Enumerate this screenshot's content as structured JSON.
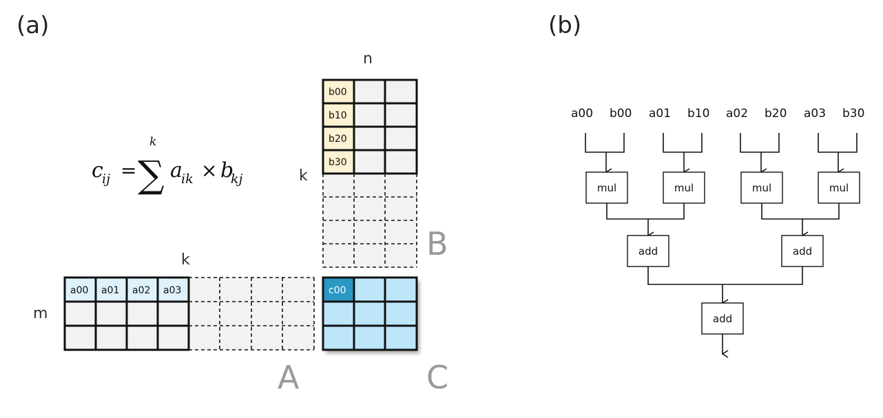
{
  "panels": {
    "a": "(a)",
    "b": "(b)"
  },
  "formula": {
    "lhs": "c",
    "lhs_sub": "ij",
    "equals": "=",
    "sum": "∑",
    "upper": "k",
    "a": "a",
    "a_sub": "ik",
    "times": "×",
    "b": "b",
    "b_sub": "kj"
  },
  "dims": {
    "n": "n",
    "k_b": "k",
    "k_a": "k",
    "m": "m"
  },
  "matrix_names": {
    "A": "A",
    "B": "B",
    "C": "C"
  },
  "matrix_a": {
    "cells": [
      "a00",
      "a01",
      "a02",
      "a03"
    ]
  },
  "matrix_b": {
    "cells": [
      "b00",
      "b10",
      "b20",
      "b30"
    ]
  },
  "matrix_c": {
    "cells": [
      "c00"
    ]
  },
  "colors": {
    "a_fill": "#dff2fb",
    "b_fill": "#fdf2d3",
    "c_fill": "#bde6fb",
    "c00_fill": "#2b97c3",
    "grid_fill": "#f2f2f2"
  },
  "tree": {
    "inputs": [
      "a00",
      "b00",
      "a01",
      "b10",
      "a02",
      "b20",
      "a03",
      "b30"
    ],
    "mul": [
      "mul",
      "mul",
      "mul",
      "mul"
    ],
    "add_mid": [
      "add",
      "add"
    ],
    "add_final": "add"
  }
}
